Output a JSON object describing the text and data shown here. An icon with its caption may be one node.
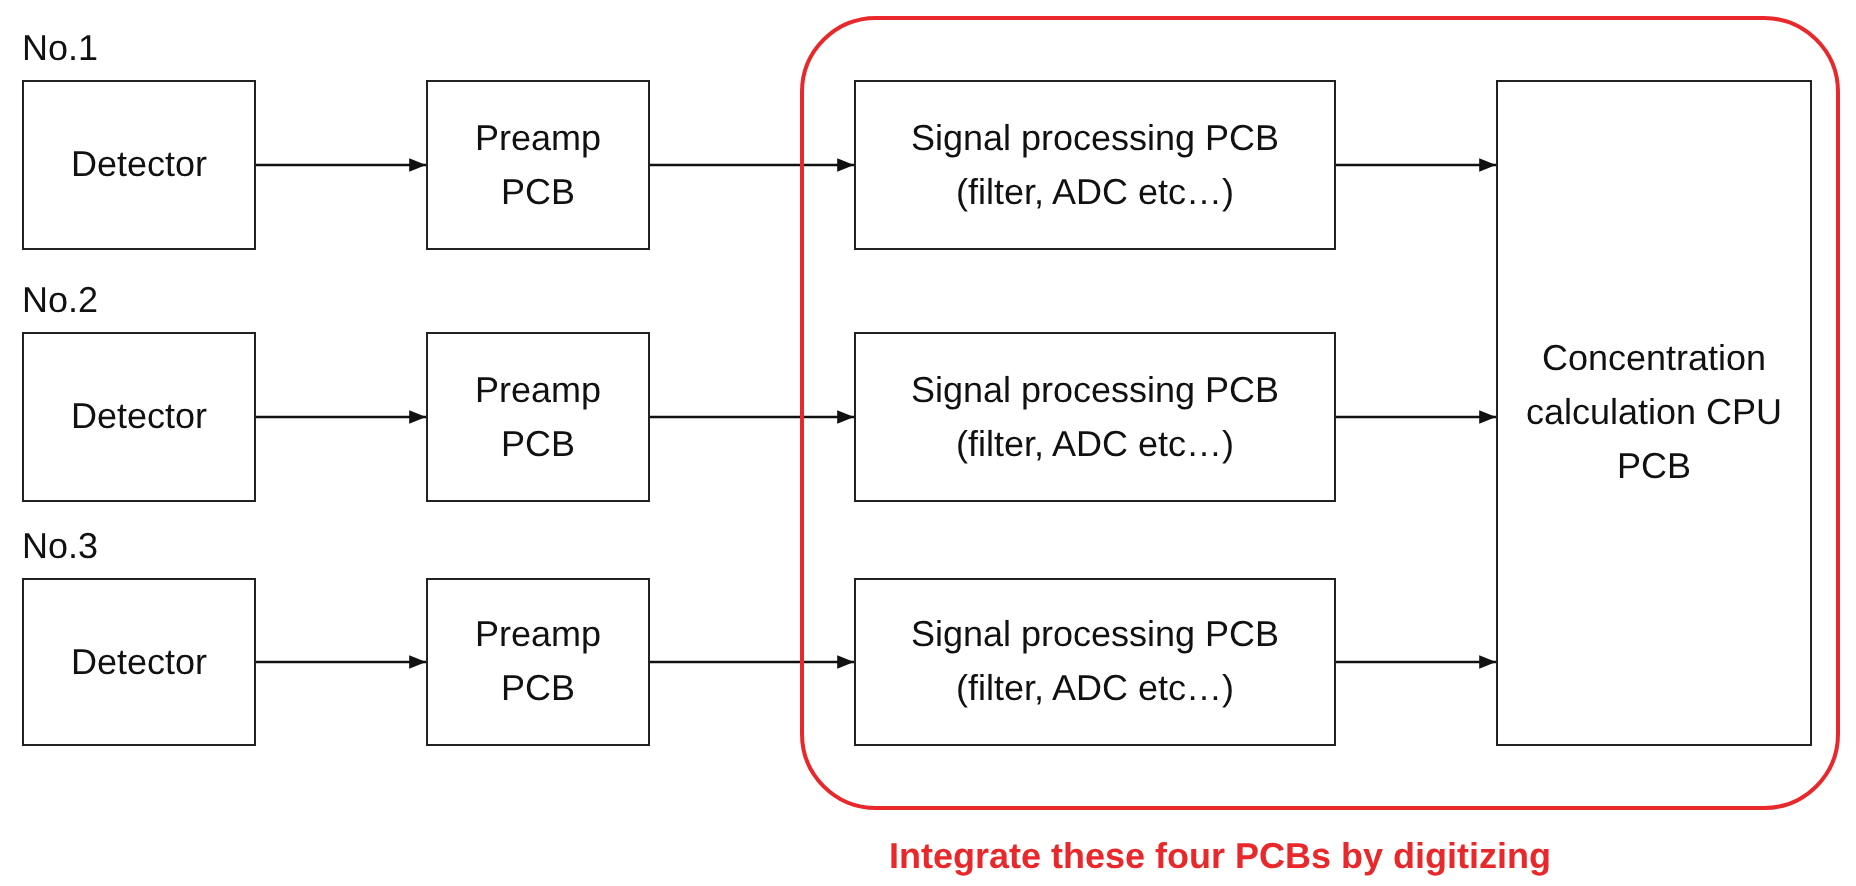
{
  "diagram": {
    "nodes": [
      {
        "text": [
          "Detector"
        ],
        "beside": [
          "No.1"
        ]
      },
      {
        "text": [
          "Preamp PCB"
        ]
      },
      {
        "text": [
          "Integrate these four PCBs by digitizing"
        ]
      },
      {
        "text": [
          "Signal processing PCB (filter, ADC etc…)"
        ],
        "in": 2
      },
      {
        "text": [
          "Concentration calculation CPU PCB"
        ],
        "in": 2
      },
      {
        "text": [
          "Detector"
        ],
        "beside": [
          "No.2"
        ]
      },
      {
        "text": [
          "Preamp PCB"
        ]
      },
      {
        "text": [
          "Signal processing PCB (filter, ADC etc…)"
        ],
        "in": 2
      },
      {
        "text": [
          "Detector"
        ],
        "beside": [
          "No.3"
        ]
      },
      {
        "text": [
          "Preamp PCB"
        ]
      },
      {
        "text": [
          "Signal processing PCB (filter, ADC etc…)"
        ],
        "in": 2
      }
    ],
    "edges": [
      {
        "from": 0,
        "to": 1,
        "arrow": "to"
      },
      {
        "from": 1,
        "to": 3,
        "arrow": "to"
      },
      {
        "from": 3,
        "to": 4,
        "arrow": "to"
      },
      {
        "from": 5,
        "to": 6,
        "arrow": "to"
      },
      {
        "from": 6,
        "to": 7,
        "arrow": "to"
      },
      {
        "from": 7,
        "to": 4,
        "arrow": "to"
      },
      {
        "from": 8,
        "to": 9,
        "arrow": "to"
      },
      {
        "from": 9,
        "to": 10,
        "arrow": "to"
      },
      {
        "from": 10,
        "to": 4,
        "arrow": "to"
      }
    ]
  }
}
